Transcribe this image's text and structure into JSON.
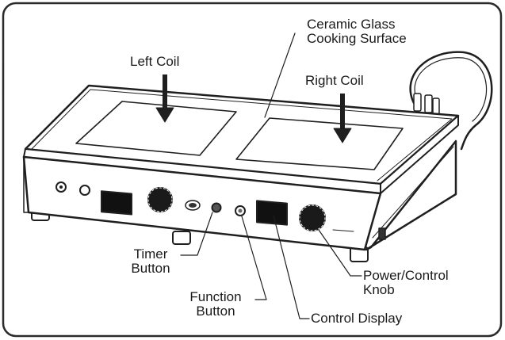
{
  "labels": {
    "surface_line1": "Ceramic Glass",
    "surface_line2": "Cooking Surface",
    "left_coil": "Left Coil",
    "right_coil": "Right Coil",
    "timer_line1": "Timer",
    "timer_line2": "Button",
    "function_line1": "Function",
    "function_line2": "Button",
    "display": "Control Display",
    "knob_line1": "Power/Control",
    "knob_line2": "Knob"
  }
}
